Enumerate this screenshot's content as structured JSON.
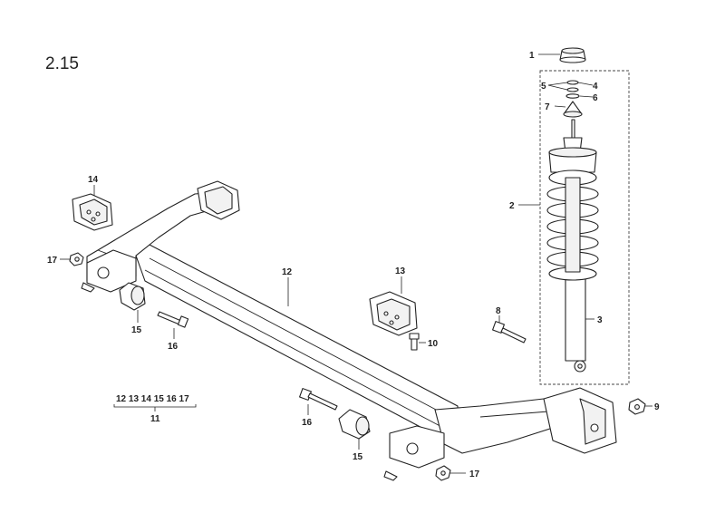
{
  "figure_number": "2.15",
  "callouts": [
    {
      "id": "c1",
      "text": "1"
    },
    {
      "id": "c2",
      "text": "2"
    },
    {
      "id": "c3",
      "text": "3"
    },
    {
      "id": "c4",
      "text": "4"
    },
    {
      "id": "c5",
      "text": "5"
    },
    {
      "id": "c6",
      "text": "6"
    },
    {
      "id": "c7",
      "text": "7"
    },
    {
      "id": "c8",
      "text": "8"
    },
    {
      "id": "c9",
      "text": "9"
    },
    {
      "id": "c10",
      "text": "10"
    },
    {
      "id": "c12",
      "text": "12"
    },
    {
      "id": "c13",
      "text": "13"
    },
    {
      "id": "c14",
      "text": "14"
    },
    {
      "id": "c15a",
      "text": "15"
    },
    {
      "id": "c15b",
      "text": "15"
    },
    {
      "id": "c16a",
      "text": "16"
    },
    {
      "id": "c16b",
      "text": "16"
    },
    {
      "id": "c17a",
      "text": "17"
    },
    {
      "id": "c17b",
      "text": "17"
    }
  ],
  "kit": {
    "members": "12 13 14 15 16 17",
    "number": "11"
  }
}
